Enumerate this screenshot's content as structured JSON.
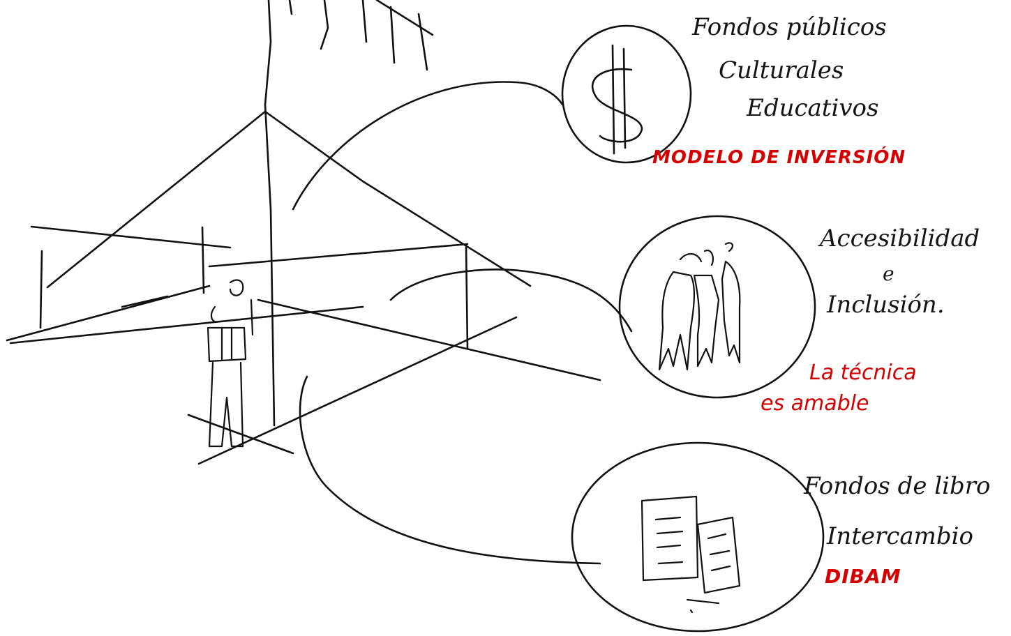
{
  "colors": {
    "ink": "#111111",
    "annotation_red": "#d50000",
    "paper": "#ffffff"
  },
  "nodes": [
    {
      "id": "funding",
      "icon": "dollar-sign-icon",
      "lines": [
        "Fondos públicos",
        "Culturales",
        "Educativos"
      ],
      "red_label": "MODELO DE INVERSIÓN"
    },
    {
      "id": "accessibility",
      "icon": "people-group-icon",
      "lines": [
        "Accesibilidad",
        "e",
        "Inclusión."
      ],
      "red_label": [
        "La técnica",
        "es amable"
      ]
    },
    {
      "id": "books",
      "icon": "books-icon",
      "lines": [
        "Fondos de libro",
        "Intercambio"
      ],
      "red_label": "DIBAM"
    }
  ]
}
